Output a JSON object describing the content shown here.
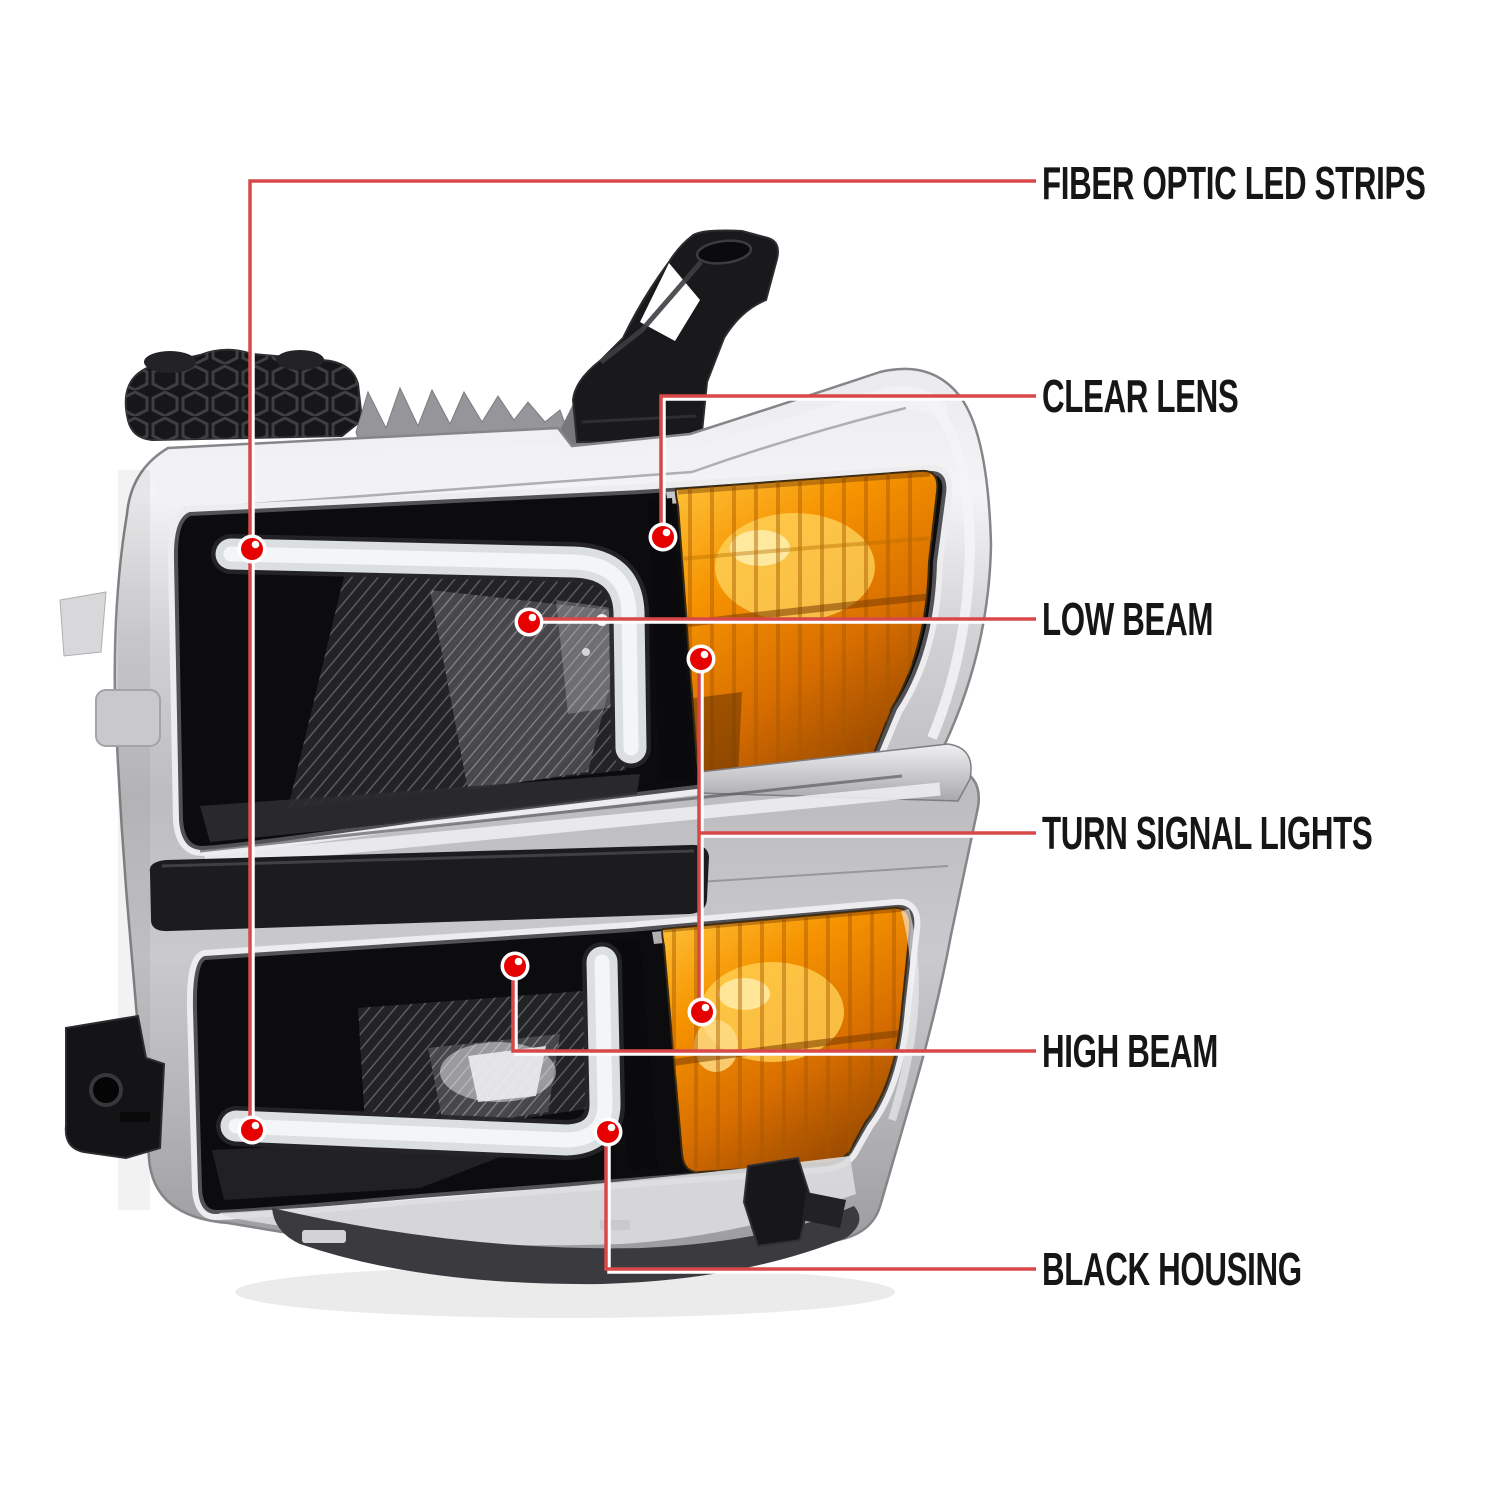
{
  "diagram": {
    "background_color": "#ffffff",
    "leader_line_color": "#d84848",
    "dot_color": "#e60000",
    "dot_ring_color": "#ffffff",
    "label_text_color": "#161616",
    "callouts": [
      {
        "slug": "fiber-optic-led-strips",
        "label": "FIBER OPTIC LED STRIPS"
      },
      {
        "slug": "clear-lens",
        "label": "CLEAR LENS"
      },
      {
        "slug": "low-beam",
        "label": "LOW BEAM"
      },
      {
        "slug": "turn-signal-lights",
        "label": "TURN SIGNAL LIGHTS"
      },
      {
        "slug": "high-beam",
        "label": "HIGH BEAM"
      },
      {
        "slug": "black-housing",
        "label": "BLACK HOUSING"
      }
    ],
    "illustration": {
      "name": "truck-headlight-assembly",
      "palette": {
        "chrome": "#c6c6c9",
        "housing_black": "#0c0c0e",
        "led_tube_white": "#e7eaec",
        "turn_signal_amber": "#f69300",
        "bracket_black": "#19191c"
      }
    }
  }
}
